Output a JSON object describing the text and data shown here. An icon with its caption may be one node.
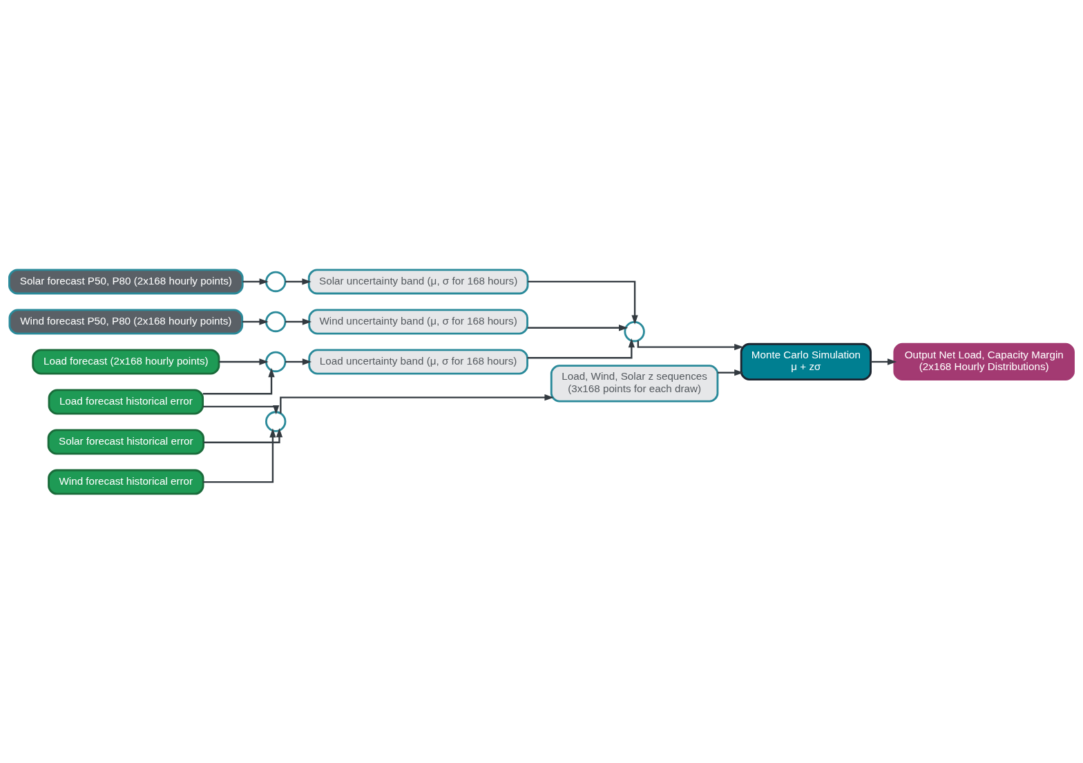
{
  "diagram": {
    "nodes": [
      {
        "text": [
          "Wind forecast P50, P80 (2x168 hourly points)"
        ]
      },
      {
        "text": [],
        "shape": "circle"
      },
      {
        "text": [
          "Wind uncertainty band (μ, σ for 168 hours)"
        ]
      },
      {
        "text": [
          "Solar forecast P50, P80 (2x168 hourly points)"
        ]
      },
      {
        "text": [],
        "shape": "circle"
      },
      {
        "text": [
          "Solar uncertainty band (μ, σ for 168 hours)"
        ]
      },
      {
        "text": [
          "Load forecast (2x168 hourly points)"
        ]
      },
      {
        "text": [],
        "shape": "circle"
      },
      {
        "text": [
          "Load uncertainty band (μ, σ for 168 hours)"
        ]
      },
      {
        "text": [],
        "shape": "circle"
      },
      {
        "text": [
          "Output Net Load, Capacity Margin",
          "(2x168 Hourly Distributions)"
        ]
      },
      {
        "text": [
          "Monte Carlo Simulation",
          "μ + zσ"
        ]
      },
      {
        "text": [
          "Load forecast historical error"
        ]
      },
      {
        "text": [],
        "shape": "circle"
      },
      {
        "text": [
          "Load, Wind, Solar z sequences",
          "(3x168 points for each draw)"
        ]
      },
      {
        "text": [
          "Wind forecast historical error"
        ]
      },
      {
        "text": [
          "Solar forecast historical error"
        ]
      }
    ],
    "edges": [
      {
        "from": 0,
        "to": 1,
        "arrow": "to"
      },
      {
        "from": 1,
        "to": 2,
        "arrow": "to"
      },
      {
        "from": 3,
        "to": 4,
        "arrow": "to"
      },
      {
        "from": 4,
        "to": 5,
        "arrow": "to"
      },
      {
        "from": 6,
        "to": 7,
        "arrow": "to"
      },
      {
        "from": 7,
        "to": 8,
        "arrow": "to"
      },
      {
        "from": 2,
        "to": 9,
        "arrow": "to"
      },
      {
        "from": 5,
        "to": 9,
        "arrow": "to"
      },
      {
        "from": 8,
        "to": 9,
        "arrow": "to"
      },
      {
        "from": 9,
        "to": 11,
        "arrow": "to"
      },
      {
        "from": 11,
        "to": 10,
        "arrow": "to"
      },
      {
        "from": 12,
        "to": 7,
        "arrow": "to"
      },
      {
        "from": 12,
        "to": 13,
        "arrow": "to"
      },
      {
        "from": 15,
        "to": 13,
        "arrow": "to"
      },
      {
        "from": 16,
        "to": 13,
        "arrow": "to"
      },
      {
        "from": 13,
        "to": 14,
        "arrow": "to"
      },
      {
        "from": 14,
        "to": 11,
        "arrow": "to"
      }
    ]
  }
}
